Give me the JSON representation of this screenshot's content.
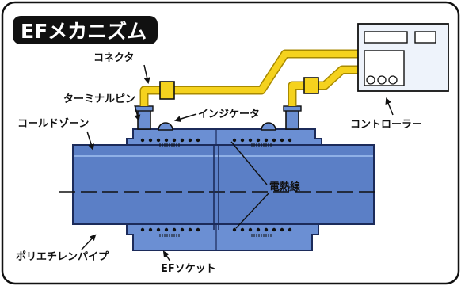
{
  "title": "EFメカニズム",
  "labels": {
    "connector": "コネクタ",
    "terminal_pin": "ターミナルピン",
    "indicator": "インジケータ",
    "cold_zone": "コールドゾーン",
    "controller": "コントローラー",
    "heating_wire": "電熱線",
    "polyethylene_pipe": "ポリエチレンパイプ",
    "ef_socket": "EFソケット"
  },
  "colors": {
    "frame": "#111111",
    "title_bg": "#111111",
    "pipe_fill": "#5b7fc6",
    "socket_fill": "#6b8fd3",
    "cable_yellow": "#f5d21e",
    "cable_edge": "#a88a00",
    "controller_fill": "#eef3fb"
  },
  "icons": {
    "leader_arrow": "arrow-icon",
    "controller_button": "round-button-icon"
  }
}
